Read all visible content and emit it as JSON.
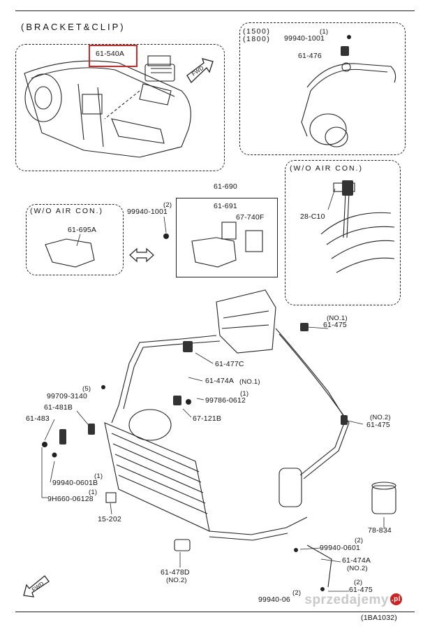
{
  "title": "(BRACKET&CLIP)",
  "header_note": "(1500)\n(1800)",
  "footer_code": "(1BA1032)",
  "watermark": {
    "text": "sprzedajemy",
    "mark": ".pl"
  },
  "highlight_color": "#cc2a2a",
  "boxes": {
    "wo_air_con_left": "(W/O AIR CON.)",
    "wo_air_con_right": "(W/O AIR CON.)"
  },
  "labels": {
    "p_61_540A": "61-540A",
    "fwd_top": "FWD",
    "p_99940_1001_top_qty": "(1)",
    "p_99940_1001_top": "99940-1001",
    "p_61_476": "61-476",
    "p_61_690": "61-690",
    "p_61_691": "61-691",
    "p_67_740F": "67-740F",
    "p_99940_1001_mid_qty": "(2)",
    "p_99940_1001_mid": "99940-1001",
    "p_61_695A": "61-695A",
    "p_28_C10": "28-C10",
    "p_61_475_no1_qty": "(NO.1)",
    "p_61_475_no1": "61-475",
    "p_61_477C": "61-477C",
    "p_61_474A_no1": "61-474A",
    "p_61_474A_no1_qty": "(NO.1)",
    "p_99709_3140_qty": "(5)",
    "p_99709_3140": "99709-3140",
    "p_99786_0612_qty": "(1)",
    "p_99786_0612": "99786-0612",
    "p_61_481B": "61-481B",
    "p_67_121B": "67-121B",
    "p_61_483": "61-483",
    "p_61_475_no2_qty": "(NO.2)",
    "p_61_475_no2": "61-475",
    "p_99940_0601B_qty": "(1)",
    "p_99940_0601B": "99940-0601B",
    "p_9H660_06128_qty": "(1)",
    "p_9H660_06128": "9H660-06128",
    "p_78_834": "78-834",
    "p_15_202": "15-202",
    "p_99940_0601_qty": "(2)",
    "p_99940_0601": "99940-0601",
    "p_61_474A_no2": "61-474A",
    "p_61_474A_no2_qty": "(NO.2)",
    "p_61_478D": "61-478D",
    "p_61_478D_qty": "(NO.2)",
    "p_61_475_bot_qty": "(2)",
    "p_61_475_bot": "61-475",
    "p_99940_06_qty": "(2)",
    "p_99940_06": "99940-06",
    "fwd_bottom": "FWD"
  },
  "icons": [
    "forward-arrow-icon",
    "double-arrow-icon",
    "bolt-icon",
    "clip-icon"
  ]
}
